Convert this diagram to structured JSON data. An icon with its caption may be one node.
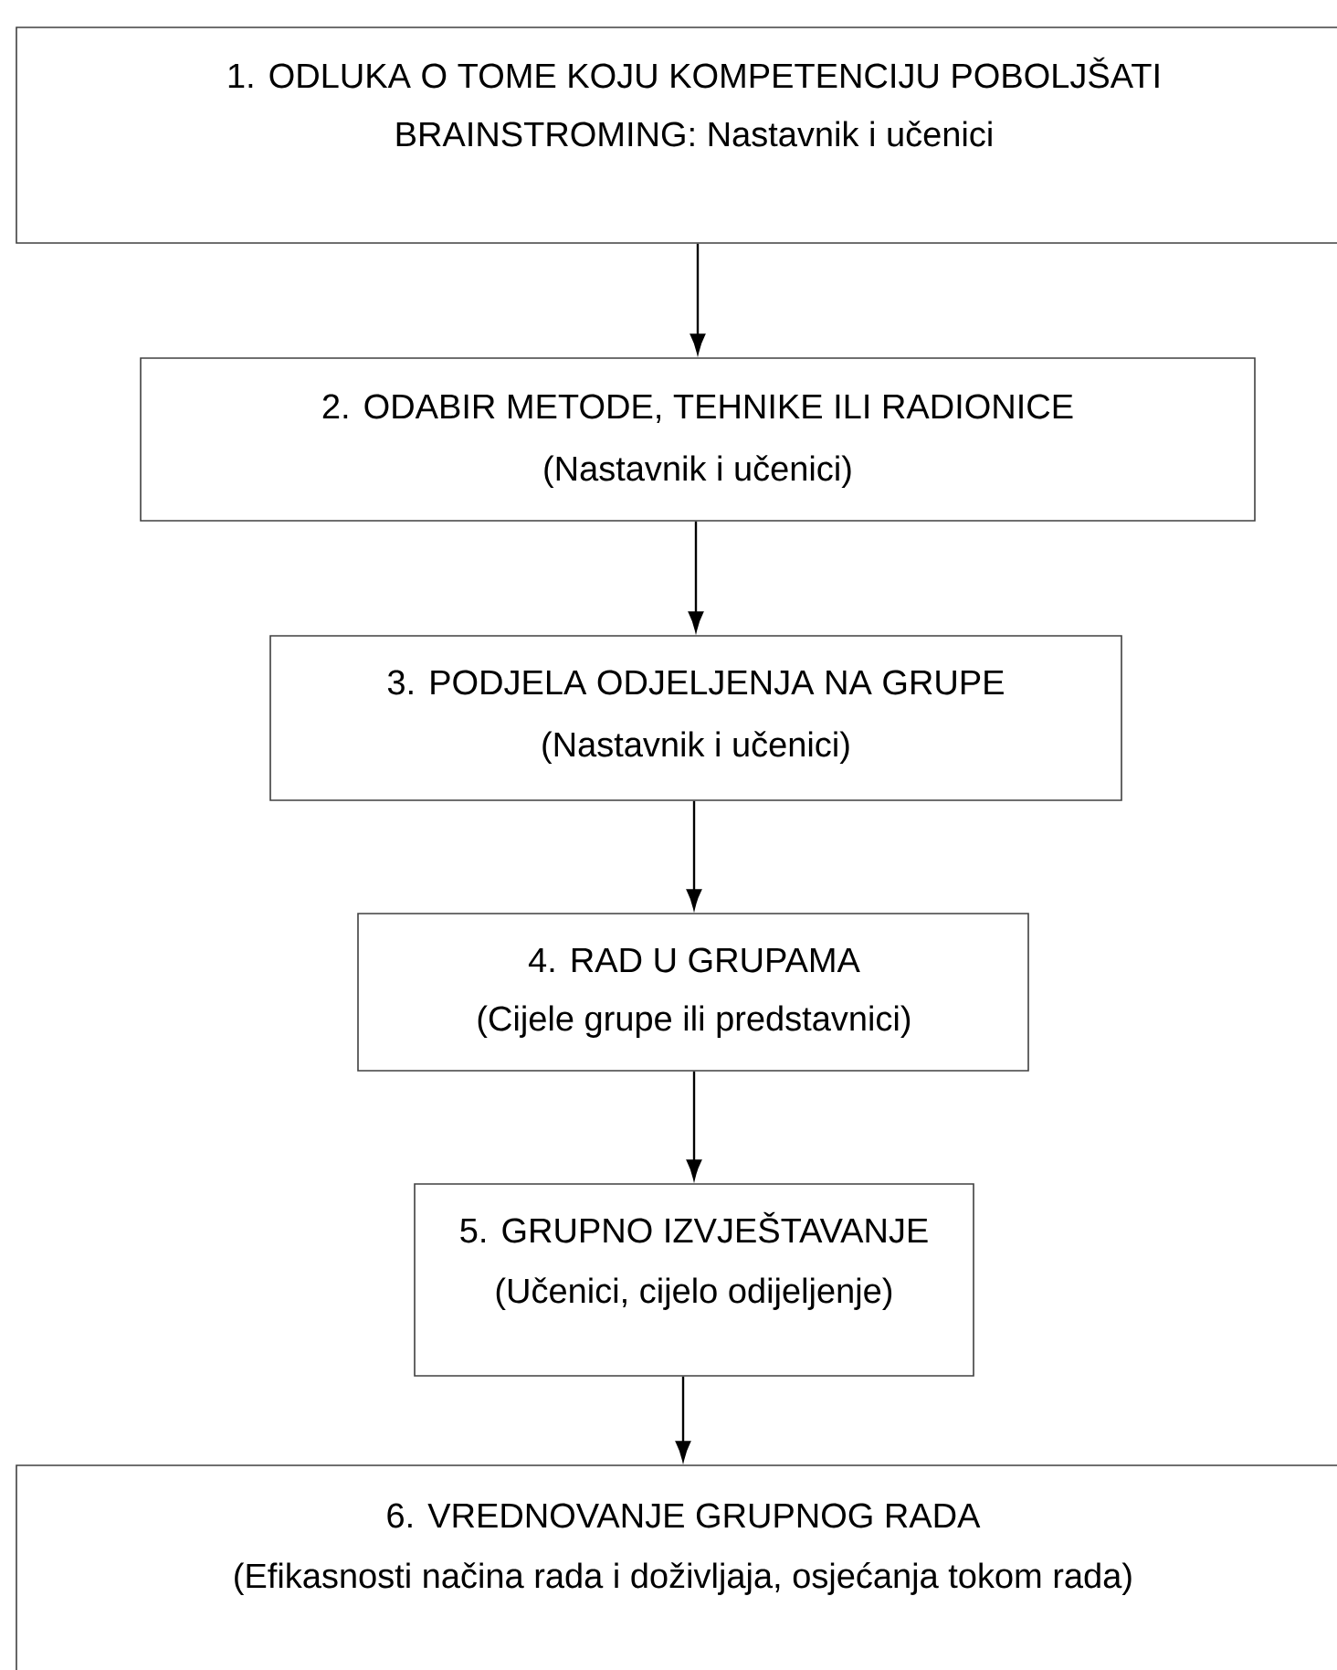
{
  "diagram": {
    "nodes": [
      {
        "text": [
          "1. ODLUKA O TOME KOJU KOMPETENCIJU POBOLJŠATI",
          "BRAINSTROMING: Nastavnik i učenici"
        ]
      },
      {
        "text": [
          "2. ODABIR METODE, TEHNIKE ILI RADIONICE",
          "(Nastavnik i učenici)"
        ]
      },
      {
        "text": [
          "3. PODJELA ODJELJENJA NA GRUPE",
          "(Nastavnik i učenici)"
        ]
      },
      {
        "text": [
          "4. RAD U GRUPAMA",
          "(Cijele grupe ili predstavnici)"
        ]
      },
      {
        "text": [
          "5. GRUPNO IZVJEŠTAVANJE",
          "(Učenici, cijelo odijeljenje)"
        ]
      },
      {
        "text": [
          "6. VREDNOVANJE GRUPNOG RADA",
          "(Efikasnosti načina rada i doživljaja, osjećanja tokom rada)"
        ]
      }
    ],
    "edges": [
      {
        "from": 0,
        "to": 1,
        "arrow": "to"
      },
      {
        "from": 1,
        "to": 2,
        "arrow": "to"
      },
      {
        "from": 2,
        "to": 3,
        "arrow": "to"
      },
      {
        "from": 3,
        "to": 4,
        "arrow": "to"
      },
      {
        "from": 4,
        "to": 5,
        "arrow": "to"
      }
    ]
  }
}
